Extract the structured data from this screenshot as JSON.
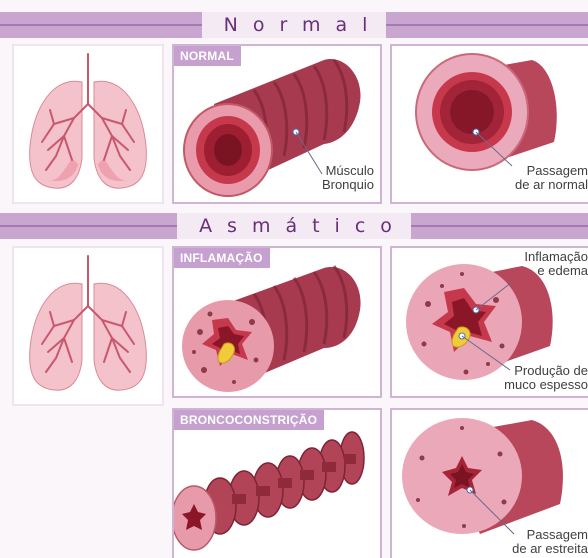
{
  "sections": {
    "normal": {
      "title": "Normal",
      "panel_tag": "NORMAL",
      "muscle_label_line1": "Músculo",
      "muscle_label_line2": "Bronquio",
      "airway_label_line1": "Passagem",
      "airway_label_line2": "de ar normal"
    },
    "asthmatic": {
      "title": "Asmático",
      "inflammation_tag": "INFLAMAÇÃO",
      "inflammation_label_line1": "Inflamação",
      "inflammation_label_line2": "e edema",
      "mucus_label_line1": "Produção de",
      "mucus_label_line2": "muco espesso",
      "constriction_tag": "BRONCOCONSTRIÇÃO",
      "narrow_label_line1": "Passagem",
      "narrow_label_line2": "de ar estreita"
    }
  },
  "colors": {
    "band": "#c9a6d0",
    "title_text": "#6a2f78",
    "tag_bg": "#c6a0cf",
    "bronchus_dark": "#9b2f45",
    "bronchus_mid": "#c24a5e",
    "bronchus_light": "#e07a88",
    "tissue": "#e8a3b4",
    "lumen": "#8e1c2c",
    "mucus": "#f1cc3a",
    "lung": "#f2b9c4"
  }
}
